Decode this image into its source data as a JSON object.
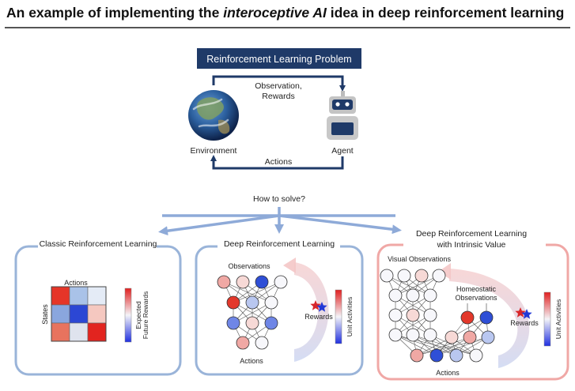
{
  "header": {
    "title_before": "An example of implementing the ",
    "title_emph": "interoceptive AI",
    "title_after": " idea in deep reinforcement learning"
  },
  "rl_problem": {
    "title": "Reinforcement Learning Problem",
    "observation_label_1": "Observation,",
    "observation_label_2": "Rewards",
    "environment_label": "Environment",
    "agent_label": "Agent",
    "actions_label": "Actions",
    "how_to_solve": "How to solve?"
  },
  "classic": {
    "title": "Classic Reinforcement Learning",
    "actions_label": "Actions",
    "states_label": "States",
    "colorbar_label_1": "Expected",
    "colorbar_label_2": "Future Rewards",
    "heatmap_colors": [
      "#e53528",
      "#a9c2e8",
      "#e4ebf6",
      "#8aa6de",
      "#2c47d4",
      "#f5c8c0",
      "#e8735e",
      "#dfe3ee",
      "#e2241f"
    ]
  },
  "deep": {
    "title": "Deep Reinforcement Learning",
    "observations_label": "Observations",
    "actions_label": "Actions",
    "rewards_label": "Rewards",
    "colorbar_label": "Unit Activities"
  },
  "intrinsic": {
    "title_1": "Deep Reinforcement Learning",
    "title_2": "with Intrinsic Value",
    "visual_label": "Visual Observations",
    "homeostatic_label_1": "Homeostatic",
    "homeostatic_label_2": "Observations",
    "actions_label": "Actions",
    "rewards_label": "Rewards",
    "colorbar_label": "Unit Activities"
  },
  "colors": {
    "navy": "#1f3a68",
    "panel_blue": "#9ab4d9",
    "panel_red": "#f0a8a6",
    "arrow_blue": "#8eaad8",
    "node_red": "#e3382b",
    "node_blue": "#2f4fd6"
  }
}
